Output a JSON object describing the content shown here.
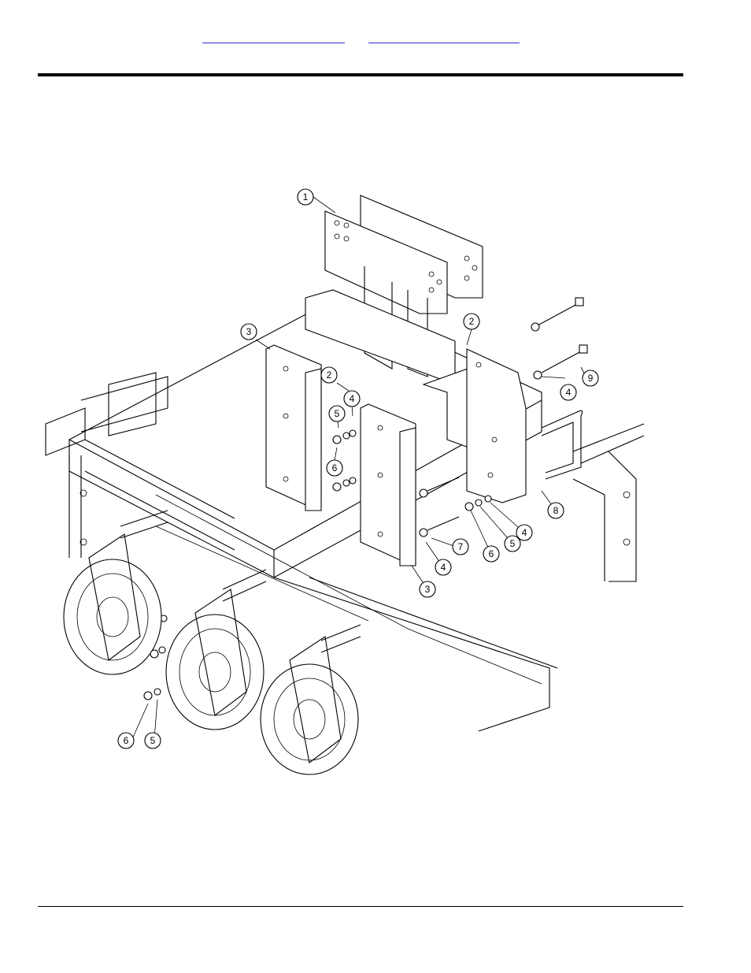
{
  "header": {
    "links": [
      {
        "label": ""
      },
      {
        "label": ""
      }
    ]
  },
  "drawing": {
    "callouts": [
      {
        "label": "1"
      },
      {
        "label": "2"
      },
      {
        "label": "3"
      },
      {
        "label": "2"
      },
      {
        "label": "4"
      },
      {
        "label": "5"
      },
      {
        "label": "6"
      },
      {
        "label": "9"
      },
      {
        "label": "4"
      },
      {
        "label": "8"
      },
      {
        "label": "4"
      },
      {
        "label": "5"
      },
      {
        "label": "6"
      },
      {
        "label": "7"
      },
      {
        "label": "4"
      },
      {
        "label": "3"
      },
      {
        "label": "6"
      },
      {
        "label": "5"
      }
    ]
  }
}
